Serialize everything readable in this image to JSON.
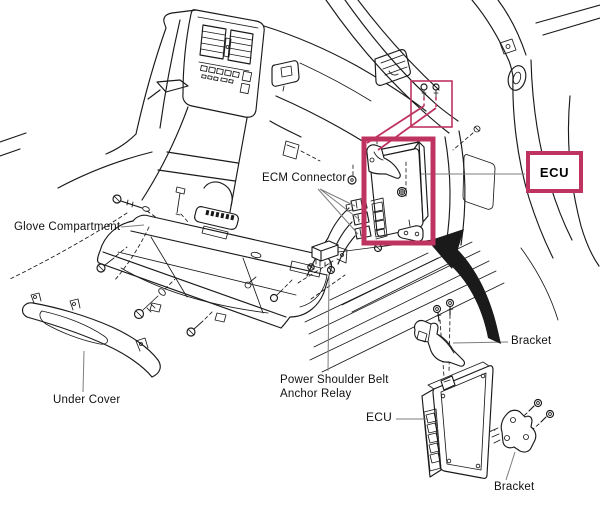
{
  "labels": {
    "ecm_connector": "ECM Connector",
    "glove_compartment": "Glove Compartment",
    "under_cover": "Under Cover",
    "power_relay_line1": "Power Shoulder Belt",
    "power_relay_line2": "Anchor Relay",
    "ecu_callout": "ECU",
    "ecu_part": "ECU",
    "bracket_upper": "Bracket",
    "bracket_lower": "Bracket"
  },
  "colors": {
    "highlight": "#bf3360",
    "line_art": "#1a1a1a",
    "leader": "#7d7d7d",
    "background": "#ffffff",
    "label_text": "#111111"
  }
}
